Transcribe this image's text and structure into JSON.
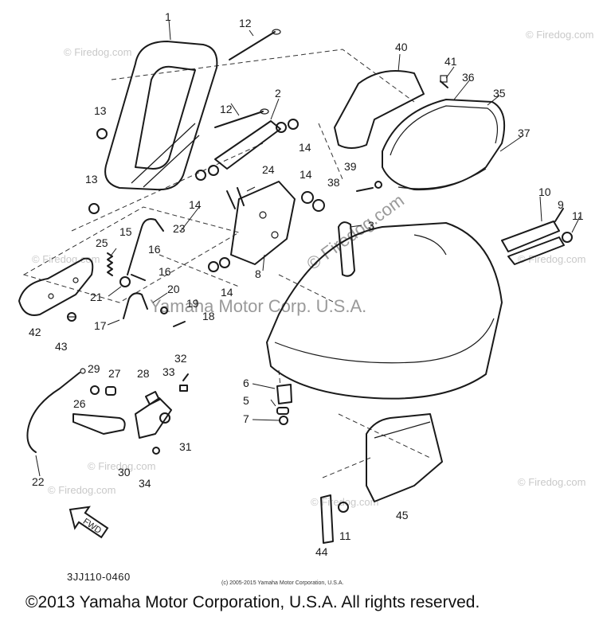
{
  "watermarks": {
    "corner_text": "© Firedog.com",
    "center_text": "Yamaha Motor Corp. U.S.A."
  },
  "callouts": [
    {
      "id": "c1",
      "text": "1"
    },
    {
      "id": "c2",
      "text": "2"
    },
    {
      "id": "c3",
      "text": "3"
    },
    {
      "id": "c5",
      "text": "5"
    },
    {
      "id": "c6",
      "text": "6"
    },
    {
      "id": "c7",
      "text": "7"
    },
    {
      "id": "c8",
      "text": "8"
    },
    {
      "id": "c9",
      "text": "9"
    },
    {
      "id": "c10",
      "text": "10"
    },
    {
      "id": "c11a",
      "text": "11"
    },
    {
      "id": "c11b",
      "text": "11"
    },
    {
      "id": "c12a",
      "text": "12"
    },
    {
      "id": "c12b",
      "text": "12"
    },
    {
      "id": "c13a",
      "text": "13"
    },
    {
      "id": "c13b",
      "text": "13"
    },
    {
      "id": "c14a",
      "text": "14"
    },
    {
      "id": "c14b",
      "text": "14"
    },
    {
      "id": "c14c",
      "text": "14"
    },
    {
      "id": "c14d",
      "text": "14"
    },
    {
      "id": "c15",
      "text": "15"
    },
    {
      "id": "c16a",
      "text": "16"
    },
    {
      "id": "c16b",
      "text": "16"
    },
    {
      "id": "c17",
      "text": "17"
    },
    {
      "id": "c18",
      "text": "18"
    },
    {
      "id": "c19",
      "text": "19"
    },
    {
      "id": "c20",
      "text": "20"
    },
    {
      "id": "c21",
      "text": "21"
    },
    {
      "id": "c22",
      "text": "22"
    },
    {
      "id": "c23",
      "text": "23"
    },
    {
      "id": "c24",
      "text": "24"
    },
    {
      "id": "c25",
      "text": "25"
    },
    {
      "id": "c26",
      "text": "26"
    },
    {
      "id": "c27",
      "text": "27"
    },
    {
      "id": "c28",
      "text": "28"
    },
    {
      "id": "c29",
      "text": "29"
    },
    {
      "id": "c30",
      "text": "30"
    },
    {
      "id": "c31",
      "text": "31"
    },
    {
      "id": "c32",
      "text": "32"
    },
    {
      "id": "c33",
      "text": "33"
    },
    {
      "id": "c34",
      "text": "34"
    },
    {
      "id": "c35",
      "text": "35"
    },
    {
      "id": "c36",
      "text": "36"
    },
    {
      "id": "c37",
      "text": "37"
    },
    {
      "id": "c38",
      "text": "38"
    },
    {
      "id": "c39",
      "text": "39"
    },
    {
      "id": "c40",
      "text": "40"
    },
    {
      "id": "c41",
      "text": "41"
    },
    {
      "id": "c42",
      "text": "42"
    },
    {
      "id": "c43",
      "text": "43"
    },
    {
      "id": "c44",
      "text": "44"
    },
    {
      "id": "c45",
      "text": "45"
    }
  ],
  "fwd_arrow": {
    "text": "FWD",
    "icon": "forward-arrow-icon"
  },
  "footer": {
    "code": "3JJ110-0460",
    "small_copyright": "(c) 2005-2015 Yamaha Motor Corporation, U.S.A.",
    "copyright": "©2013 Yamaha Motor Corporation, U.S.A. All rights reserved."
  },
  "colors": {
    "line": "#1a1a1a",
    "watermark": "#c9c9c9",
    "background": "#ffffff"
  }
}
